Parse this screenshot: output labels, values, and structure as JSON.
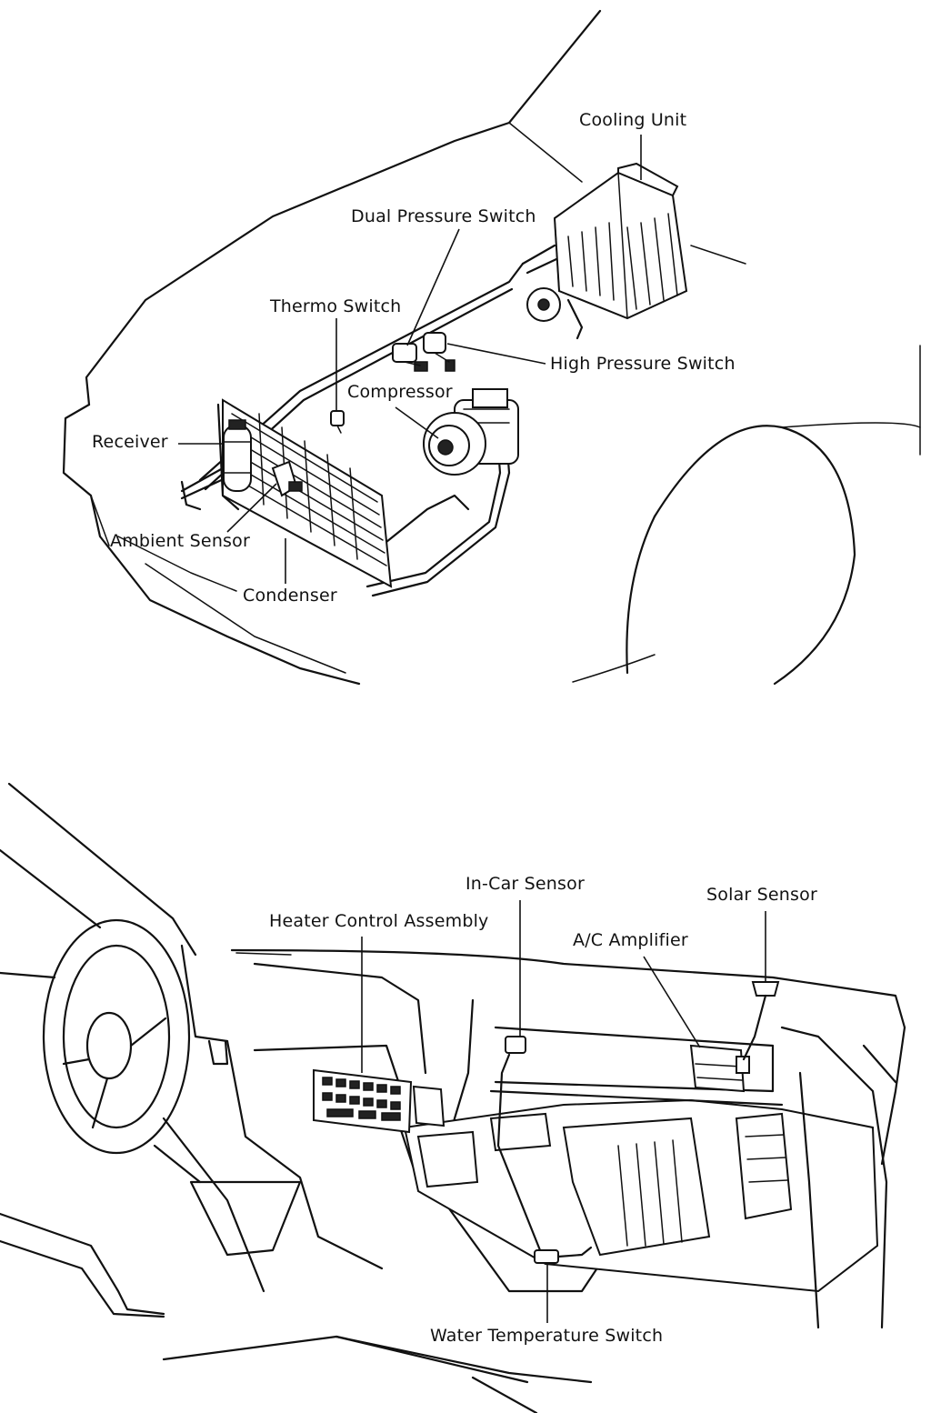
{
  "labels": {
    "cooling_unit": "Cooling Unit",
    "dual_pressure_switch": "Dual Pressure Switch",
    "thermo_switch": "Thermo Switch",
    "high_pressure_switch": "High Pressure Switch",
    "compressor": "Compressor",
    "receiver": "Receiver",
    "ambient_sensor": "Ambient Sensor",
    "condenser": "Condenser",
    "in_car_sensor": "In-Car Sensor",
    "solar_sensor": "Solar Sensor",
    "heater_control_assembly": "Heater Control Assembly",
    "ac_amplifier": "A/C Amplifier",
    "water_temperature_switch": "Water Temperature Switch"
  }
}
